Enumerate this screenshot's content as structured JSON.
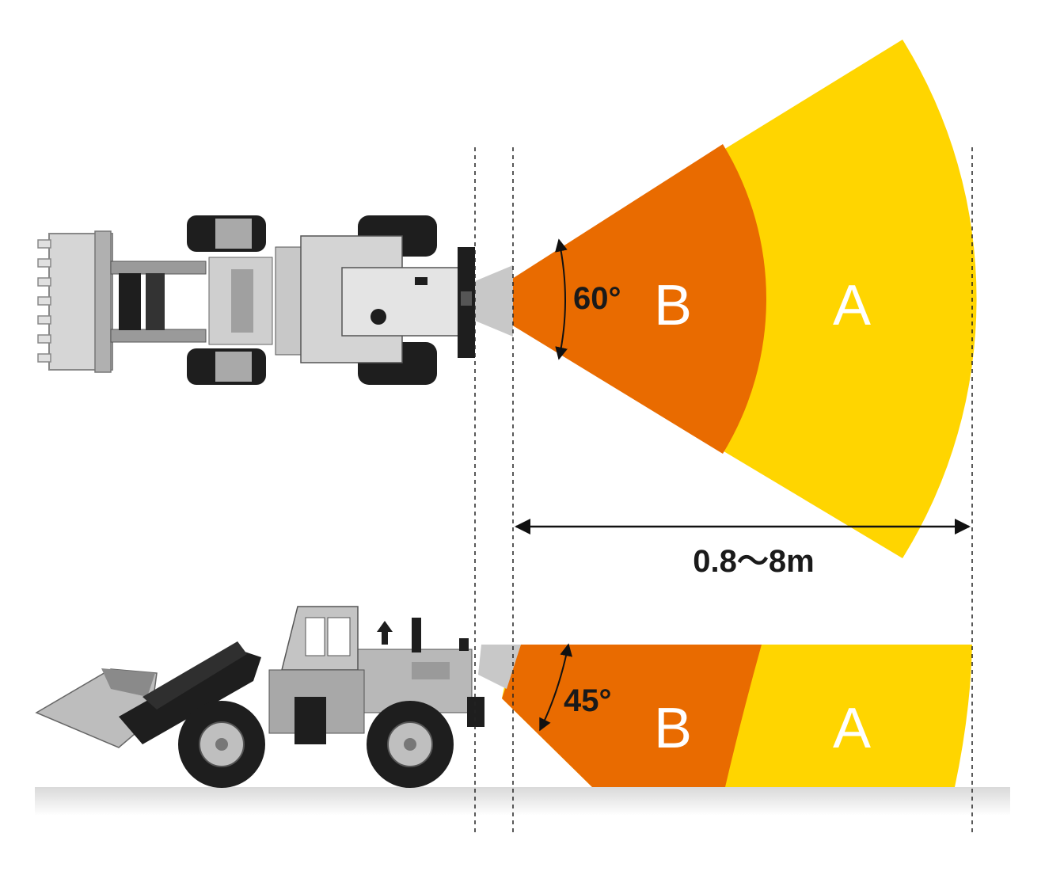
{
  "top_view": {
    "angle_label": "60°",
    "zone_inner_label": "B",
    "zone_outer_label": "A"
  },
  "side_view": {
    "angle_label": "45°",
    "zone_inner_label": "B",
    "zone_outer_label": "A"
  },
  "range_label": "0.8～8m",
  "colors": {
    "zone_inner": "#E96B00",
    "zone_outer": "#FFD500",
    "sensor_cone": "#C8C8C8",
    "vehicle_body": "#BDBDBD",
    "tires": "#1E1E1E",
    "ground": "#E6E6E6"
  }
}
